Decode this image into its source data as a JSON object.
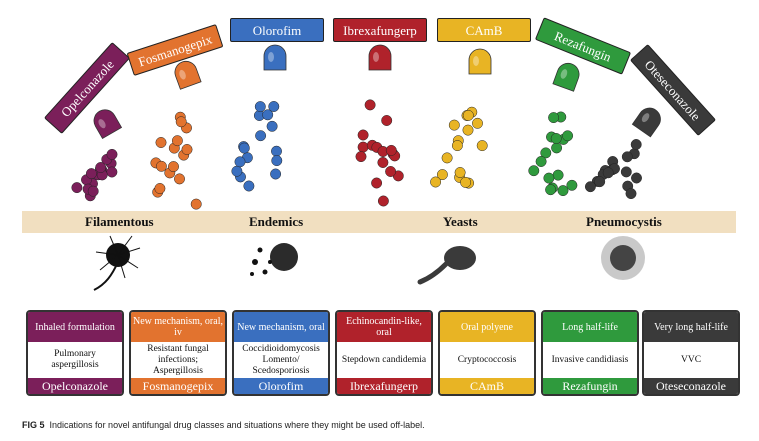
{
  "drugs": [
    {
      "name": "Opelconazole",
      "color": "#7b1f5a"
    },
    {
      "name": "Fosmanogepix",
      "color": "#e2732f"
    },
    {
      "name": "Olorofim",
      "color": "#3a6fbf"
    },
    {
      "name": "Ibrexafungerp",
      "color": "#b0222b"
    },
    {
      "name": "CAmB",
      "color": "#e8b424"
    },
    {
      "name": "Rezafungin",
      "color": "#2f9a3d"
    },
    {
      "name": "Oteseconazole",
      "color": "#3a3a3a"
    }
  ],
  "categories": [
    "Filamentous",
    "Endemics",
    "Yeasts",
    "Pneumocystis"
  ],
  "cards": [
    {
      "feature": "Inhaled formulation",
      "use": "Pulmonary aspergillosis",
      "name": "Opelconazole"
    },
    {
      "feature": "New mechanism, oral, iv",
      "use": "Resistant fungal infections; Aspergillosis",
      "name": "Fosmanogepix"
    },
    {
      "feature": "New mechanism, oral",
      "use": "Coccidioidomycosis Lomento/ Scedosporiosis",
      "name": "Olorofim"
    },
    {
      "feature": "Echinocandin-like, oral",
      "use": "Stepdown candidemia",
      "name": "Ibrexafungerp"
    },
    {
      "feature": "Oral polyene",
      "use": "Cryptococcosis",
      "name": "CAmB"
    },
    {
      "feature": "Long half-life",
      "use": "Invasive candidiasis",
      "name": "Rezafungin"
    },
    {
      "feature": "Very long half-life",
      "use": "VVC",
      "name": "Oteseconazole"
    }
  ],
  "caption": {
    "label": "FIG 5",
    "text": "Indications for novel antifungal drug classes and situations where they might be used off-label."
  }
}
